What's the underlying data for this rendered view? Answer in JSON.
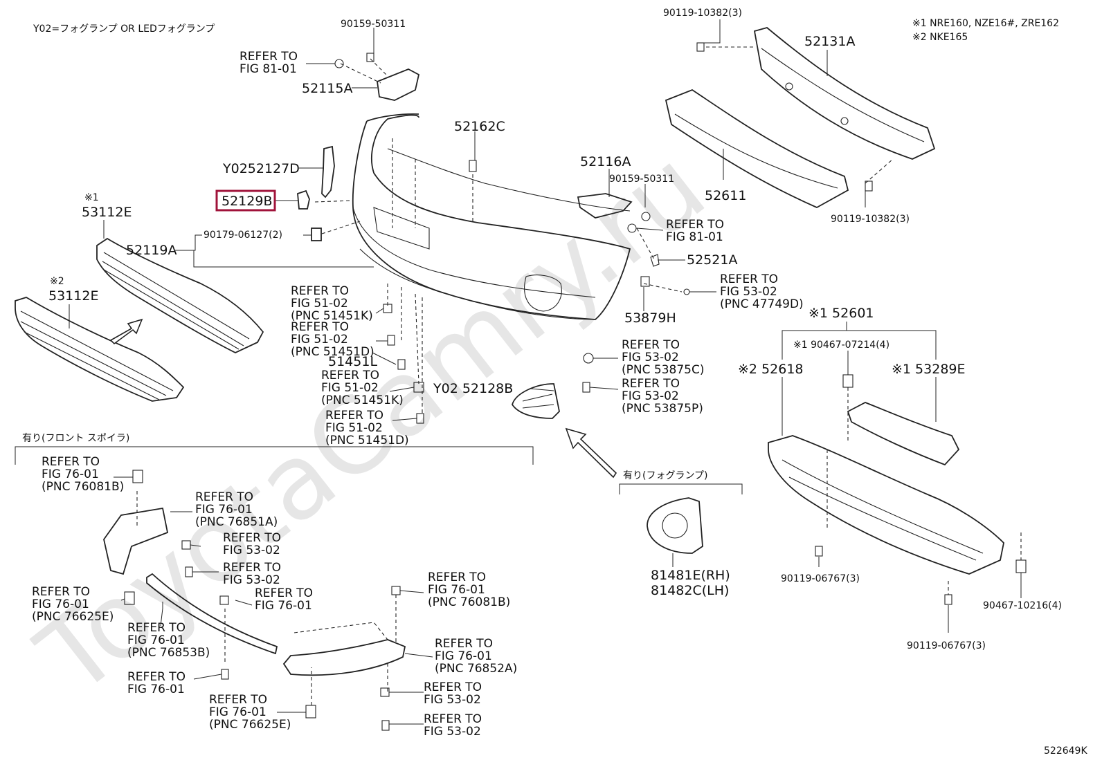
{
  "watermark": "ToyotaCamry.ru",
  "header_note": "Y02=フォグランプ OR LEDフォグランプ",
  "notes": [
    "※1  NRE160, NZE16#, ZRE162",
    "※2  NKE165"
  ],
  "diagram_id": "522649K",
  "highlighted_part": "52129B",
  "labels": {
    "l90159_top": "90159-50311",
    "l52115A": "52115A",
    "l52162C": "52162C",
    "lY02_52127D": "Y0252127D",
    "l52129B": "52129B",
    "lmark1_a": "※1",
    "l53112E_a": "53112E",
    "l52119A": "52119A",
    "l90179": "90179-06127(2)",
    "lmark2_a": "※2",
    "l53112E_b": "53112E",
    "l52116A": "52116A",
    "l90159_mid": "90159-50311",
    "l52521A": "52521A",
    "l53879H": "53879H",
    "l51451L": "51451L",
    "lY02_52128B": "Y02 52128B",
    "l90119_top": "90119-10382(3)",
    "l52131A": "52131A",
    "l52611": "52611",
    "l90119_mid": "90119-10382(3)",
    "l52601": "※1 52601",
    "l90467_07214": "※1 90467-07214(4)",
    "l52618": "※2 52618",
    "l53289E": "※1 53289E",
    "l90119_06767_a": "90119-06767(3)",
    "l90119_06767_b": "90119-06767(3)",
    "l90467_10216": "90467-10216(4)",
    "l81481E": "81481E(RH)",
    "l81482C": "81482C(LH)",
    "lfog_group": "有り(フォグランプ)",
    "lspoiler_group": "有り(フロント スポイラ)"
  },
  "refs": [
    {
      "id": "r1",
      "lines": [
        "REFER TO",
        "FIG 81-01"
      ]
    },
    {
      "id": "r2",
      "lines": [
        "REFER TO",
        "FIG 81-01"
      ]
    },
    {
      "id": "r3",
      "lines": [
        "REFER TO",
        "FIG 53-02",
        "(PNC 47749D)"
      ]
    },
    {
      "id": "r4",
      "lines": [
        "REFER TO",
        "FIG 51-02",
        "(PNC 51451K)"
      ]
    },
    {
      "id": "r5",
      "lines": [
        "REFER TO",
        "FIG 51-02",
        "(PNC 51451D)"
      ]
    },
    {
      "id": "r6",
      "lines": [
        "REFER TO",
        "FIG 51-02",
        "(PNC 51451K)"
      ]
    },
    {
      "id": "r7",
      "lines": [
        "REFER TO",
        "FIG 51-02",
        "(PNC 51451D)"
      ]
    },
    {
      "id": "r8",
      "lines": [
        "REFER TO",
        "FIG 53-02",
        "(PNC 53875C)"
      ]
    },
    {
      "id": "r9",
      "lines": [
        "REFER TO",
        "FIG 53-02",
        "(PNC 53875P)"
      ]
    },
    {
      "id": "r10",
      "lines": [
        "REFER TO",
        "FIG 76-01",
        "(PNC 76081B)"
      ]
    },
    {
      "id": "r11",
      "lines": [
        "REFER TO",
        "FIG 76-01",
        "(PNC 76851A)"
      ]
    },
    {
      "id": "r12",
      "lines": [
        "REFER TO",
        "FIG 53-02"
      ]
    },
    {
      "id": "r13",
      "lines": [
        "REFER TO",
        "FIG 53-02"
      ]
    },
    {
      "id": "r14",
      "lines": [
        "REFER TO",
        "FIG 76-01",
        "(PNC 76625E)"
      ]
    },
    {
      "id": "r15",
      "lines": [
        "REFER TO",
        "FIG 76-01"
      ]
    },
    {
      "id": "r16",
      "lines": [
        "REFER TO",
        "FIG 76-01",
        "(PNC 76853B)"
      ]
    },
    {
      "id": "r17",
      "lines": [
        "REFER TO",
        "FIG 76-01"
      ]
    },
    {
      "id": "r18",
      "lines": [
        "REFER TO",
        "FIG 76-01",
        "(PNC 76625E)"
      ]
    },
    {
      "id": "r19",
      "lines": [
        "REFER TO",
        "FIG 76-01",
        "(PNC 76081B)"
      ]
    },
    {
      "id": "r20",
      "lines": [
        "REFER TO",
        "FIG 76-01",
        "(PNC 76852A)"
      ]
    },
    {
      "id": "r21",
      "lines": [
        "REFER TO",
        "FIG 53-02"
      ]
    },
    {
      "id": "r22",
      "lines": [
        "REFER TO",
        "FIG 53-02"
      ]
    }
  ]
}
